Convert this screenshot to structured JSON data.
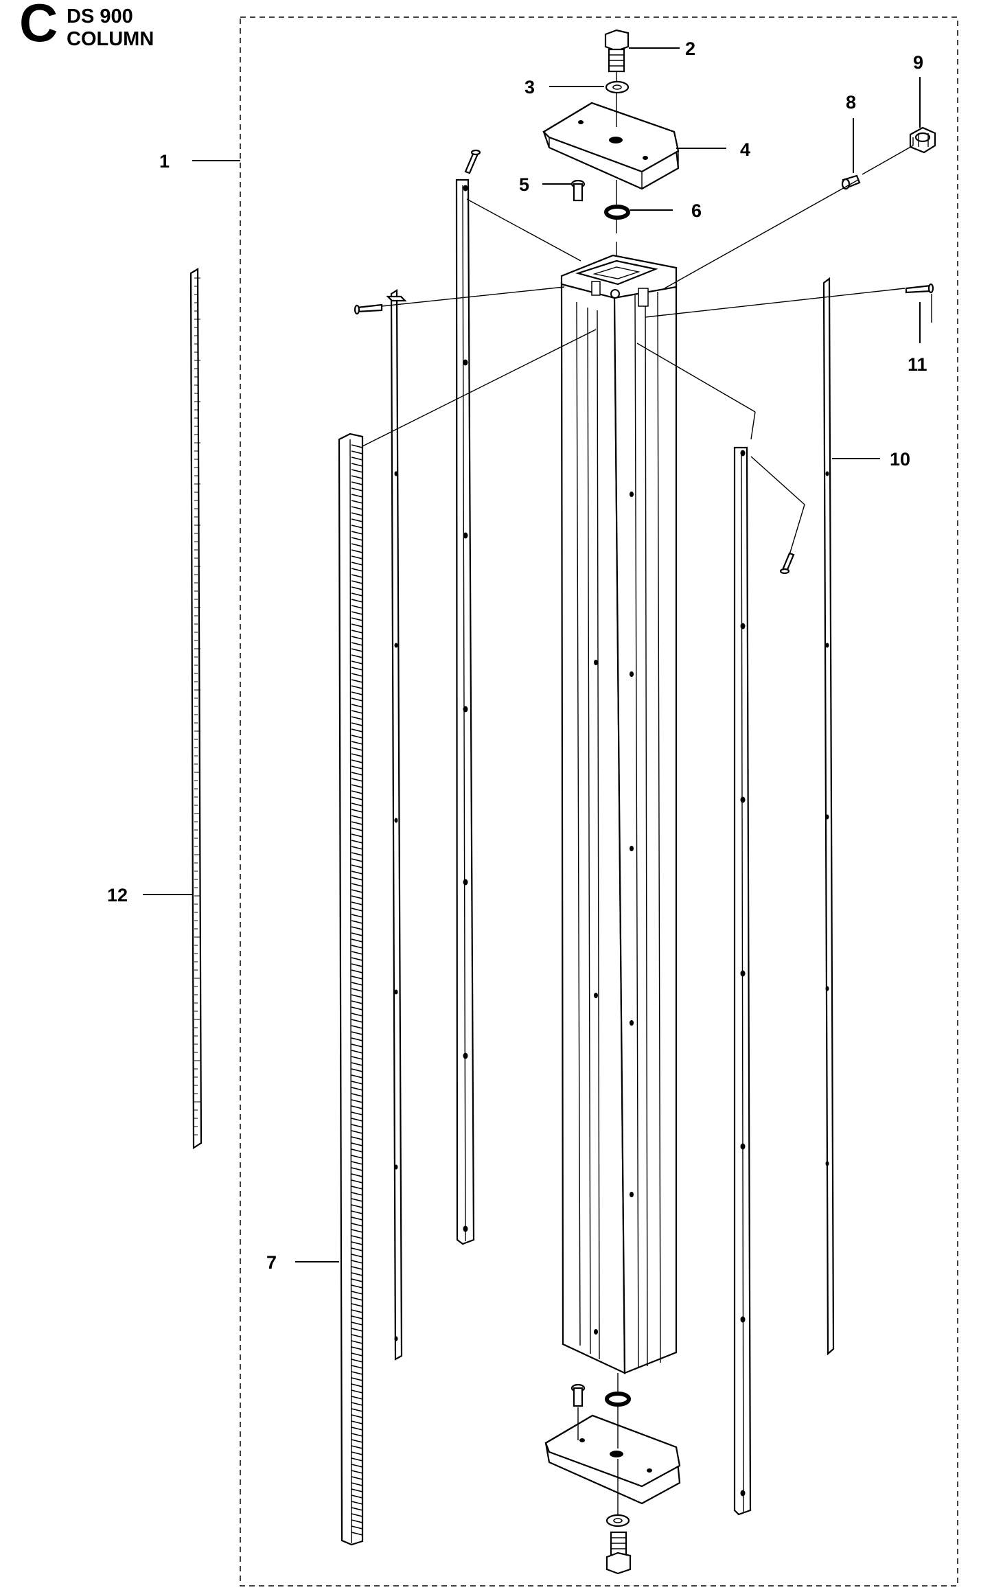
{
  "header": {
    "section_letter": "C",
    "model": "DS 900",
    "assembly": "COLUMN"
  },
  "callouts": [
    {
      "id": "1",
      "label": "1"
    },
    {
      "id": "2",
      "label": "2"
    },
    {
      "id": "3",
      "label": "3"
    },
    {
      "id": "4",
      "label": "4"
    },
    {
      "id": "5",
      "label": "5"
    },
    {
      "id": "6",
      "label": "6"
    },
    {
      "id": "7",
      "label": "7"
    },
    {
      "id": "8",
      "label": "8"
    },
    {
      "id": "9",
      "label": "9"
    },
    {
      "id": "10",
      "label": "10"
    },
    {
      "id": "11",
      "label": "11"
    },
    {
      "id": "12",
      "label": "12"
    }
  ]
}
